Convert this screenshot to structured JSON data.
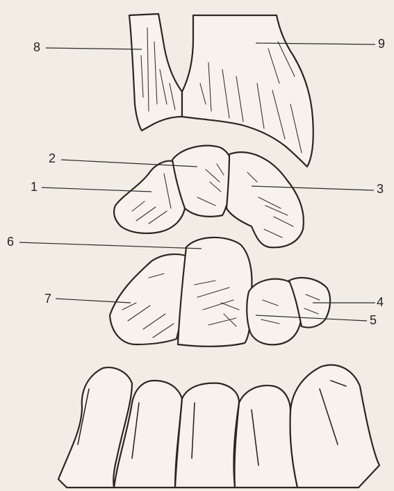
{
  "labels": {
    "l1": "1",
    "l2": "2",
    "l3": "3",
    "l4": "4",
    "l5": "5",
    "l6": "6",
    "l7": "7",
    "l8": "8",
    "l9": "9"
  },
  "colors": {
    "background": "#f1ece4",
    "bone_fill": "#f7f3ec",
    "ink": "#2b2622"
  }
}
